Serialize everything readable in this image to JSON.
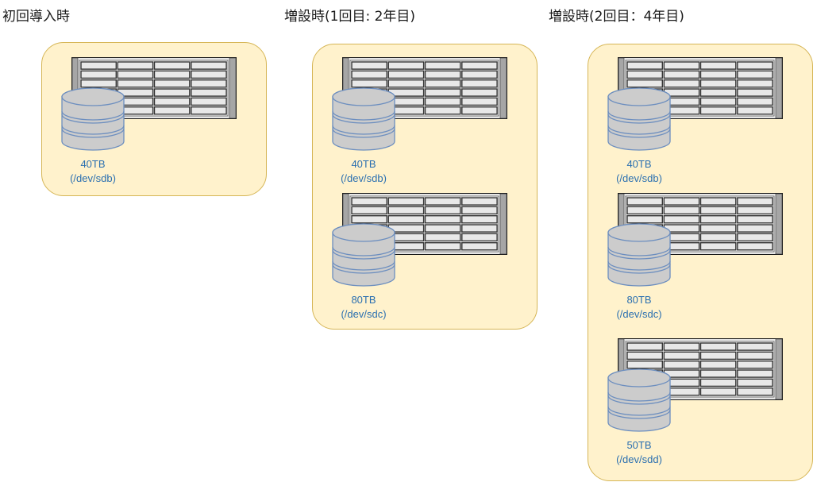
{
  "colors": {
    "group_fill": "#fff2cc",
    "group_border": "#d6b656",
    "label_text": "#2a6fb0",
    "disk_fill": "#cccccc",
    "disk_stroke": "#6c8ebf"
  },
  "columns": [
    {
      "title": "初回導入時",
      "units": [
        {
          "capacity": "40TB",
          "device": "(/dev/sdb)"
        }
      ]
    },
    {
      "title": "増設時(1回目: 2年目)",
      "units": [
        {
          "capacity": "40TB",
          "device": "(/dev/sdb)"
        },
        {
          "capacity": "80TB",
          "device": "(/dev/sdc)"
        }
      ]
    },
    {
      "title": "増設時(2回目：4年目)",
      "units": [
        {
          "capacity": "40TB",
          "device": "(/dev/sdb)"
        },
        {
          "capacity": "80TB",
          "device": "(/dev/sdc)"
        },
        {
          "capacity": "50TB",
          "device": "(/dev/sdd)"
        }
      ]
    }
  ]
}
